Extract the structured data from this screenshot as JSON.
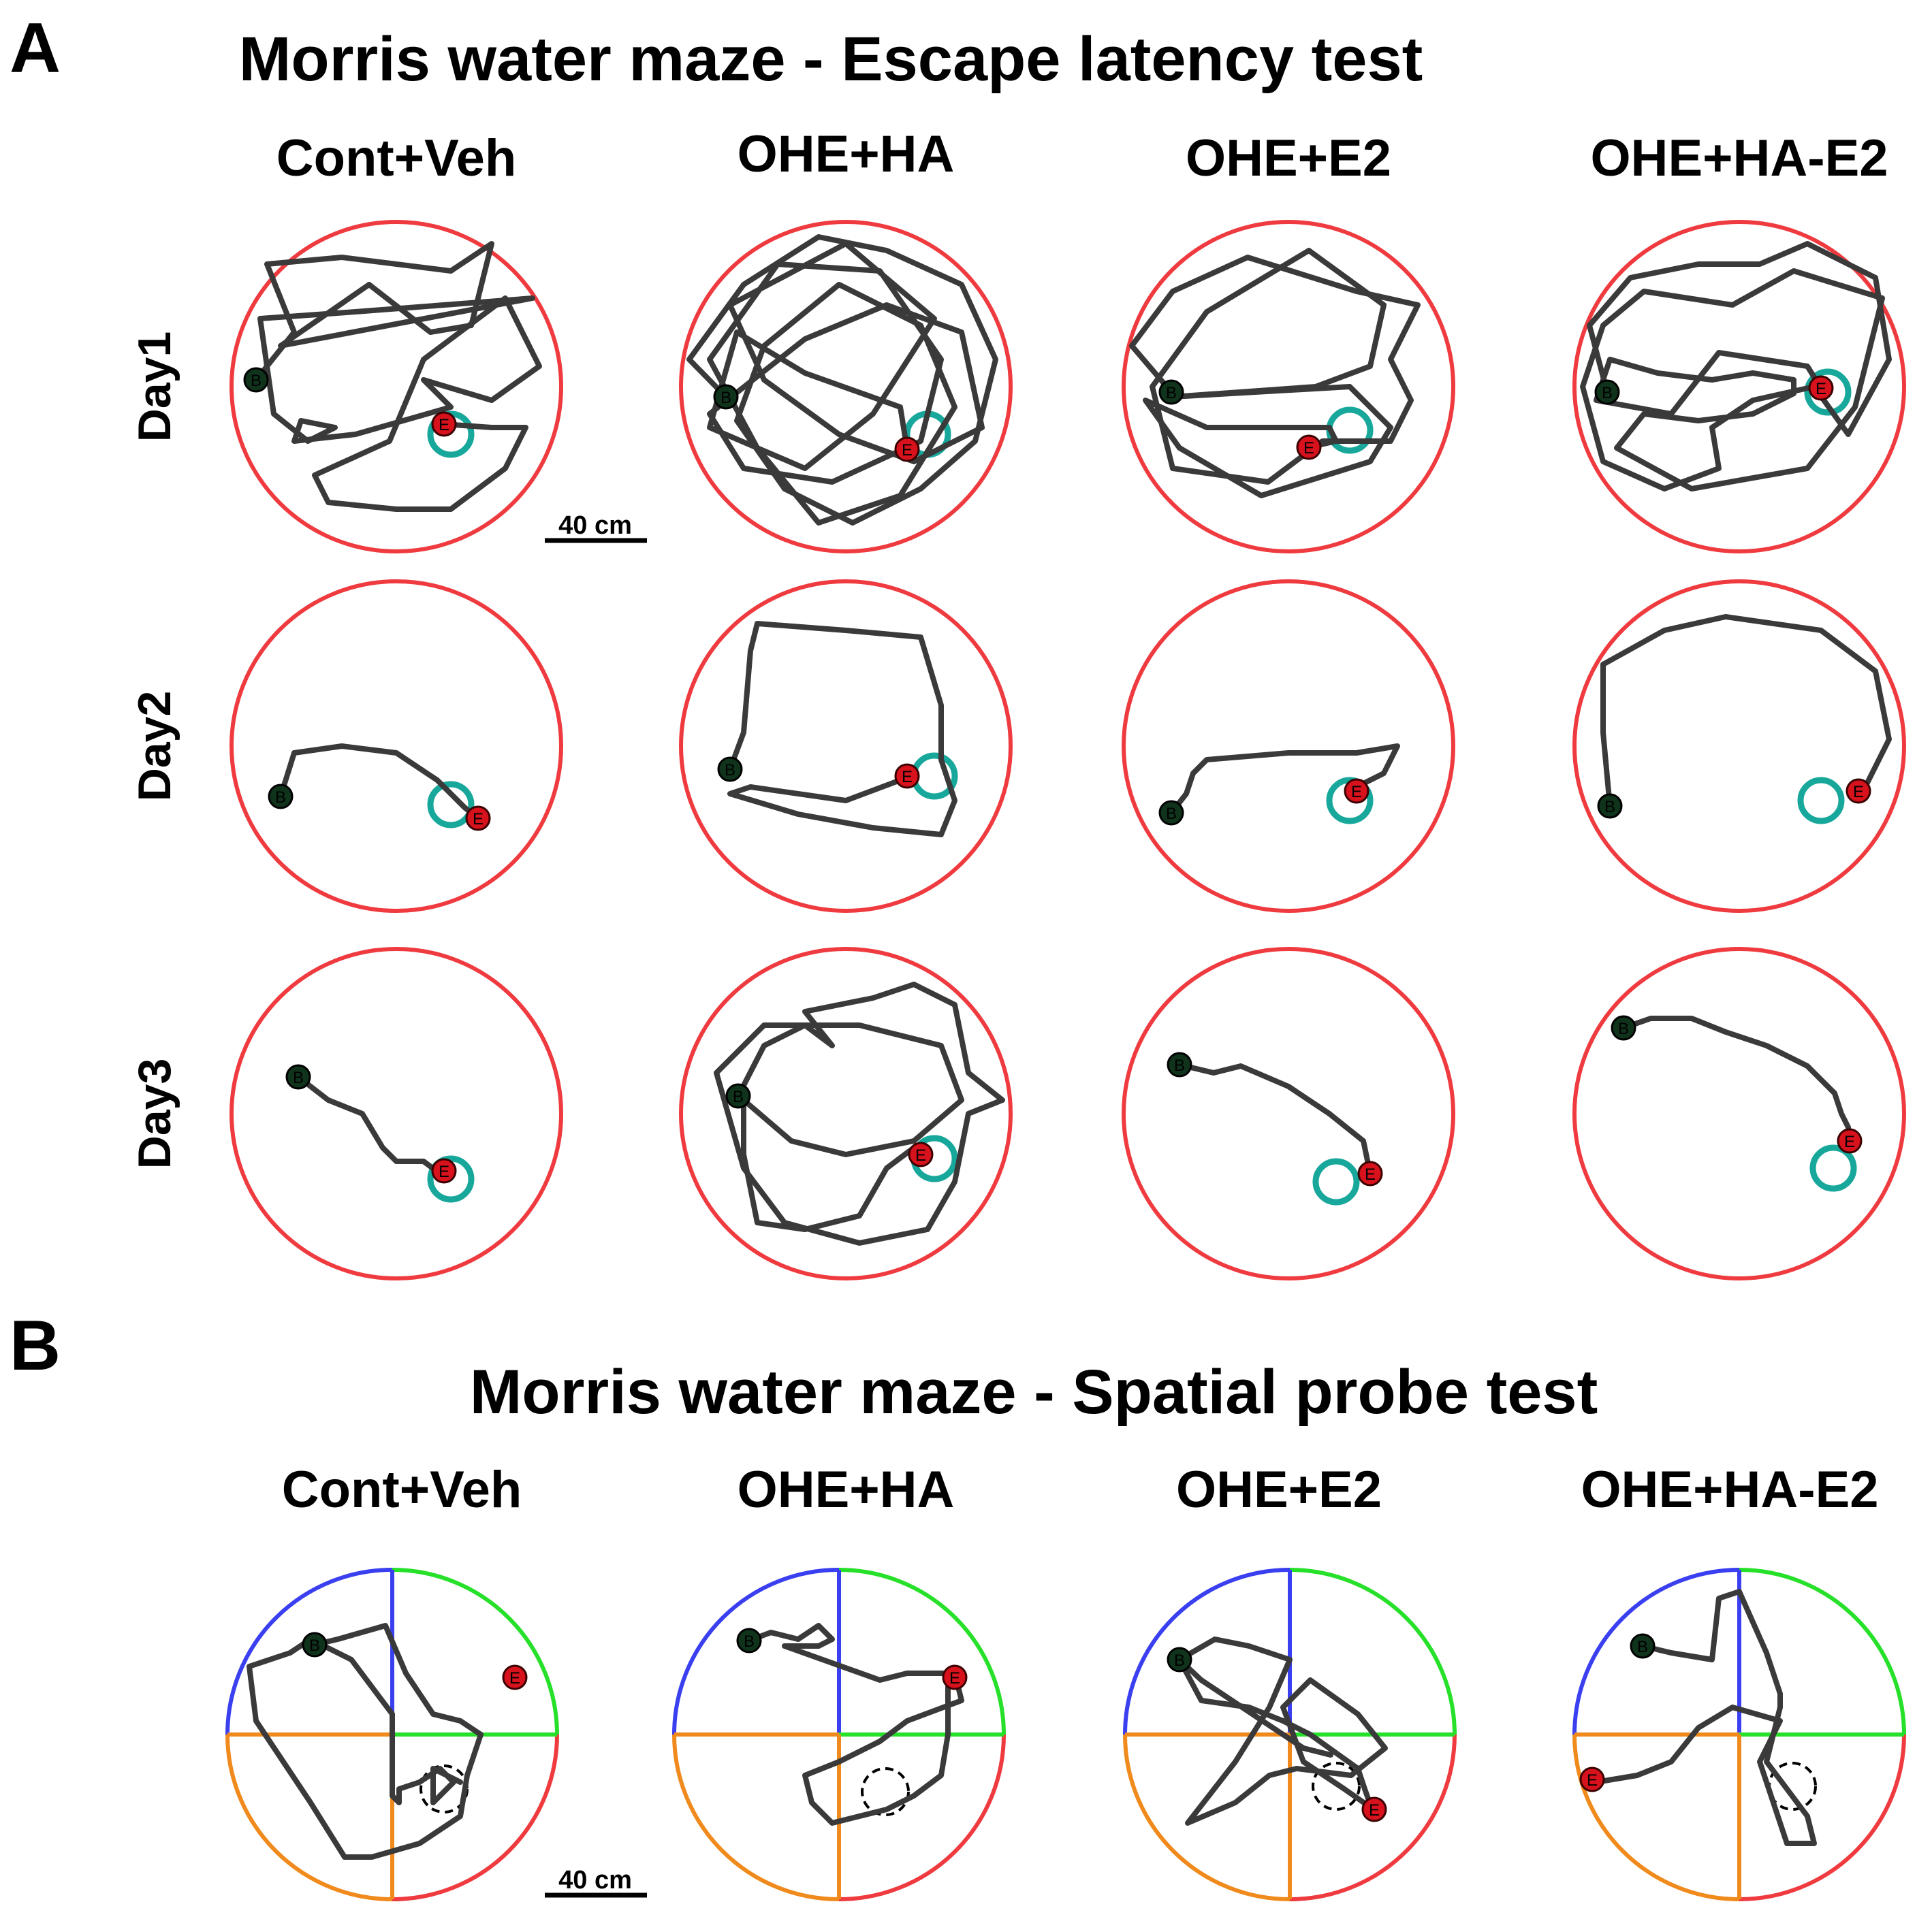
{
  "panel_a": {
    "letter": "A",
    "title": "Morris water maze - Escape latency test",
    "groups": [
      "Cont+Veh",
      "OHE+HA",
      "OHE+E2",
      "OHE+HA-E2"
    ],
    "days": [
      "Day1",
      "Day2",
      "Day3"
    ],
    "scale_bar": "40 cm"
  },
  "panel_b": {
    "letter": "B",
    "title": "Morris water maze - Spatial probe test",
    "groups": [
      "Cont+Veh",
      "OHE+HA",
      "OHE+E2",
      "OHE+HA-E2"
    ],
    "scale_bar": "40 cm"
  },
  "markers": {
    "begin": "B",
    "end": "E"
  },
  "colors": {
    "pool_outline": "#ef3b3f",
    "swim_path": "#3a3a3a",
    "platform": "#17a79b",
    "quadrant_nw": "#3a3ff0",
    "quadrant_ne": "#26e02a",
    "quadrant_sw": "#f08a1c",
    "quadrant_se": "#ef3b3f"
  }
}
